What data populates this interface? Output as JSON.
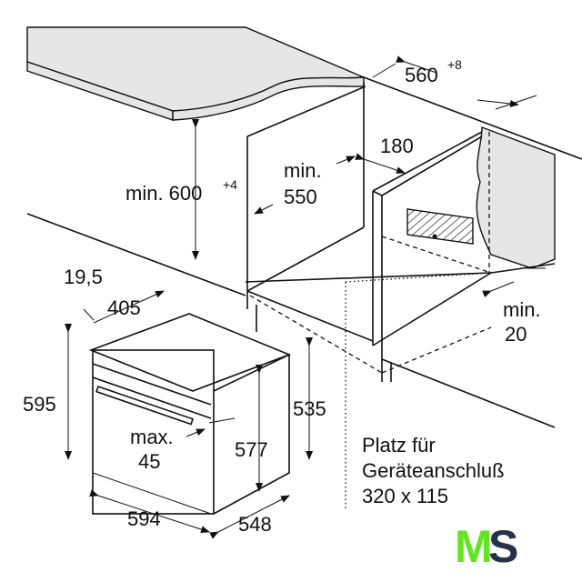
{
  "dimensions": {
    "countertop_depth": "560",
    "countertop_depth_tol": "+8",
    "niche_height": "min. 600",
    "niche_height_tol": "+4",
    "niche_depth_line1": "min.",
    "niche_depth_line2": "550",
    "rear_gap": "180",
    "side_gap_line1": "min.",
    "side_gap_line2": "20",
    "front_panel": "19,5",
    "depth_body": "405",
    "height_total": "595",
    "height_body": "535",
    "inner_height": "577",
    "handle_line1": "max.",
    "handle_line2": "45",
    "width": "594",
    "depth": "548"
  },
  "note": {
    "line1": "Platz für",
    "line2": "Geräteanschluß",
    "line3": "320 x 115"
  },
  "logo": {
    "text": "MS",
    "green": "#5ee61e",
    "navy": "#26324a"
  }
}
